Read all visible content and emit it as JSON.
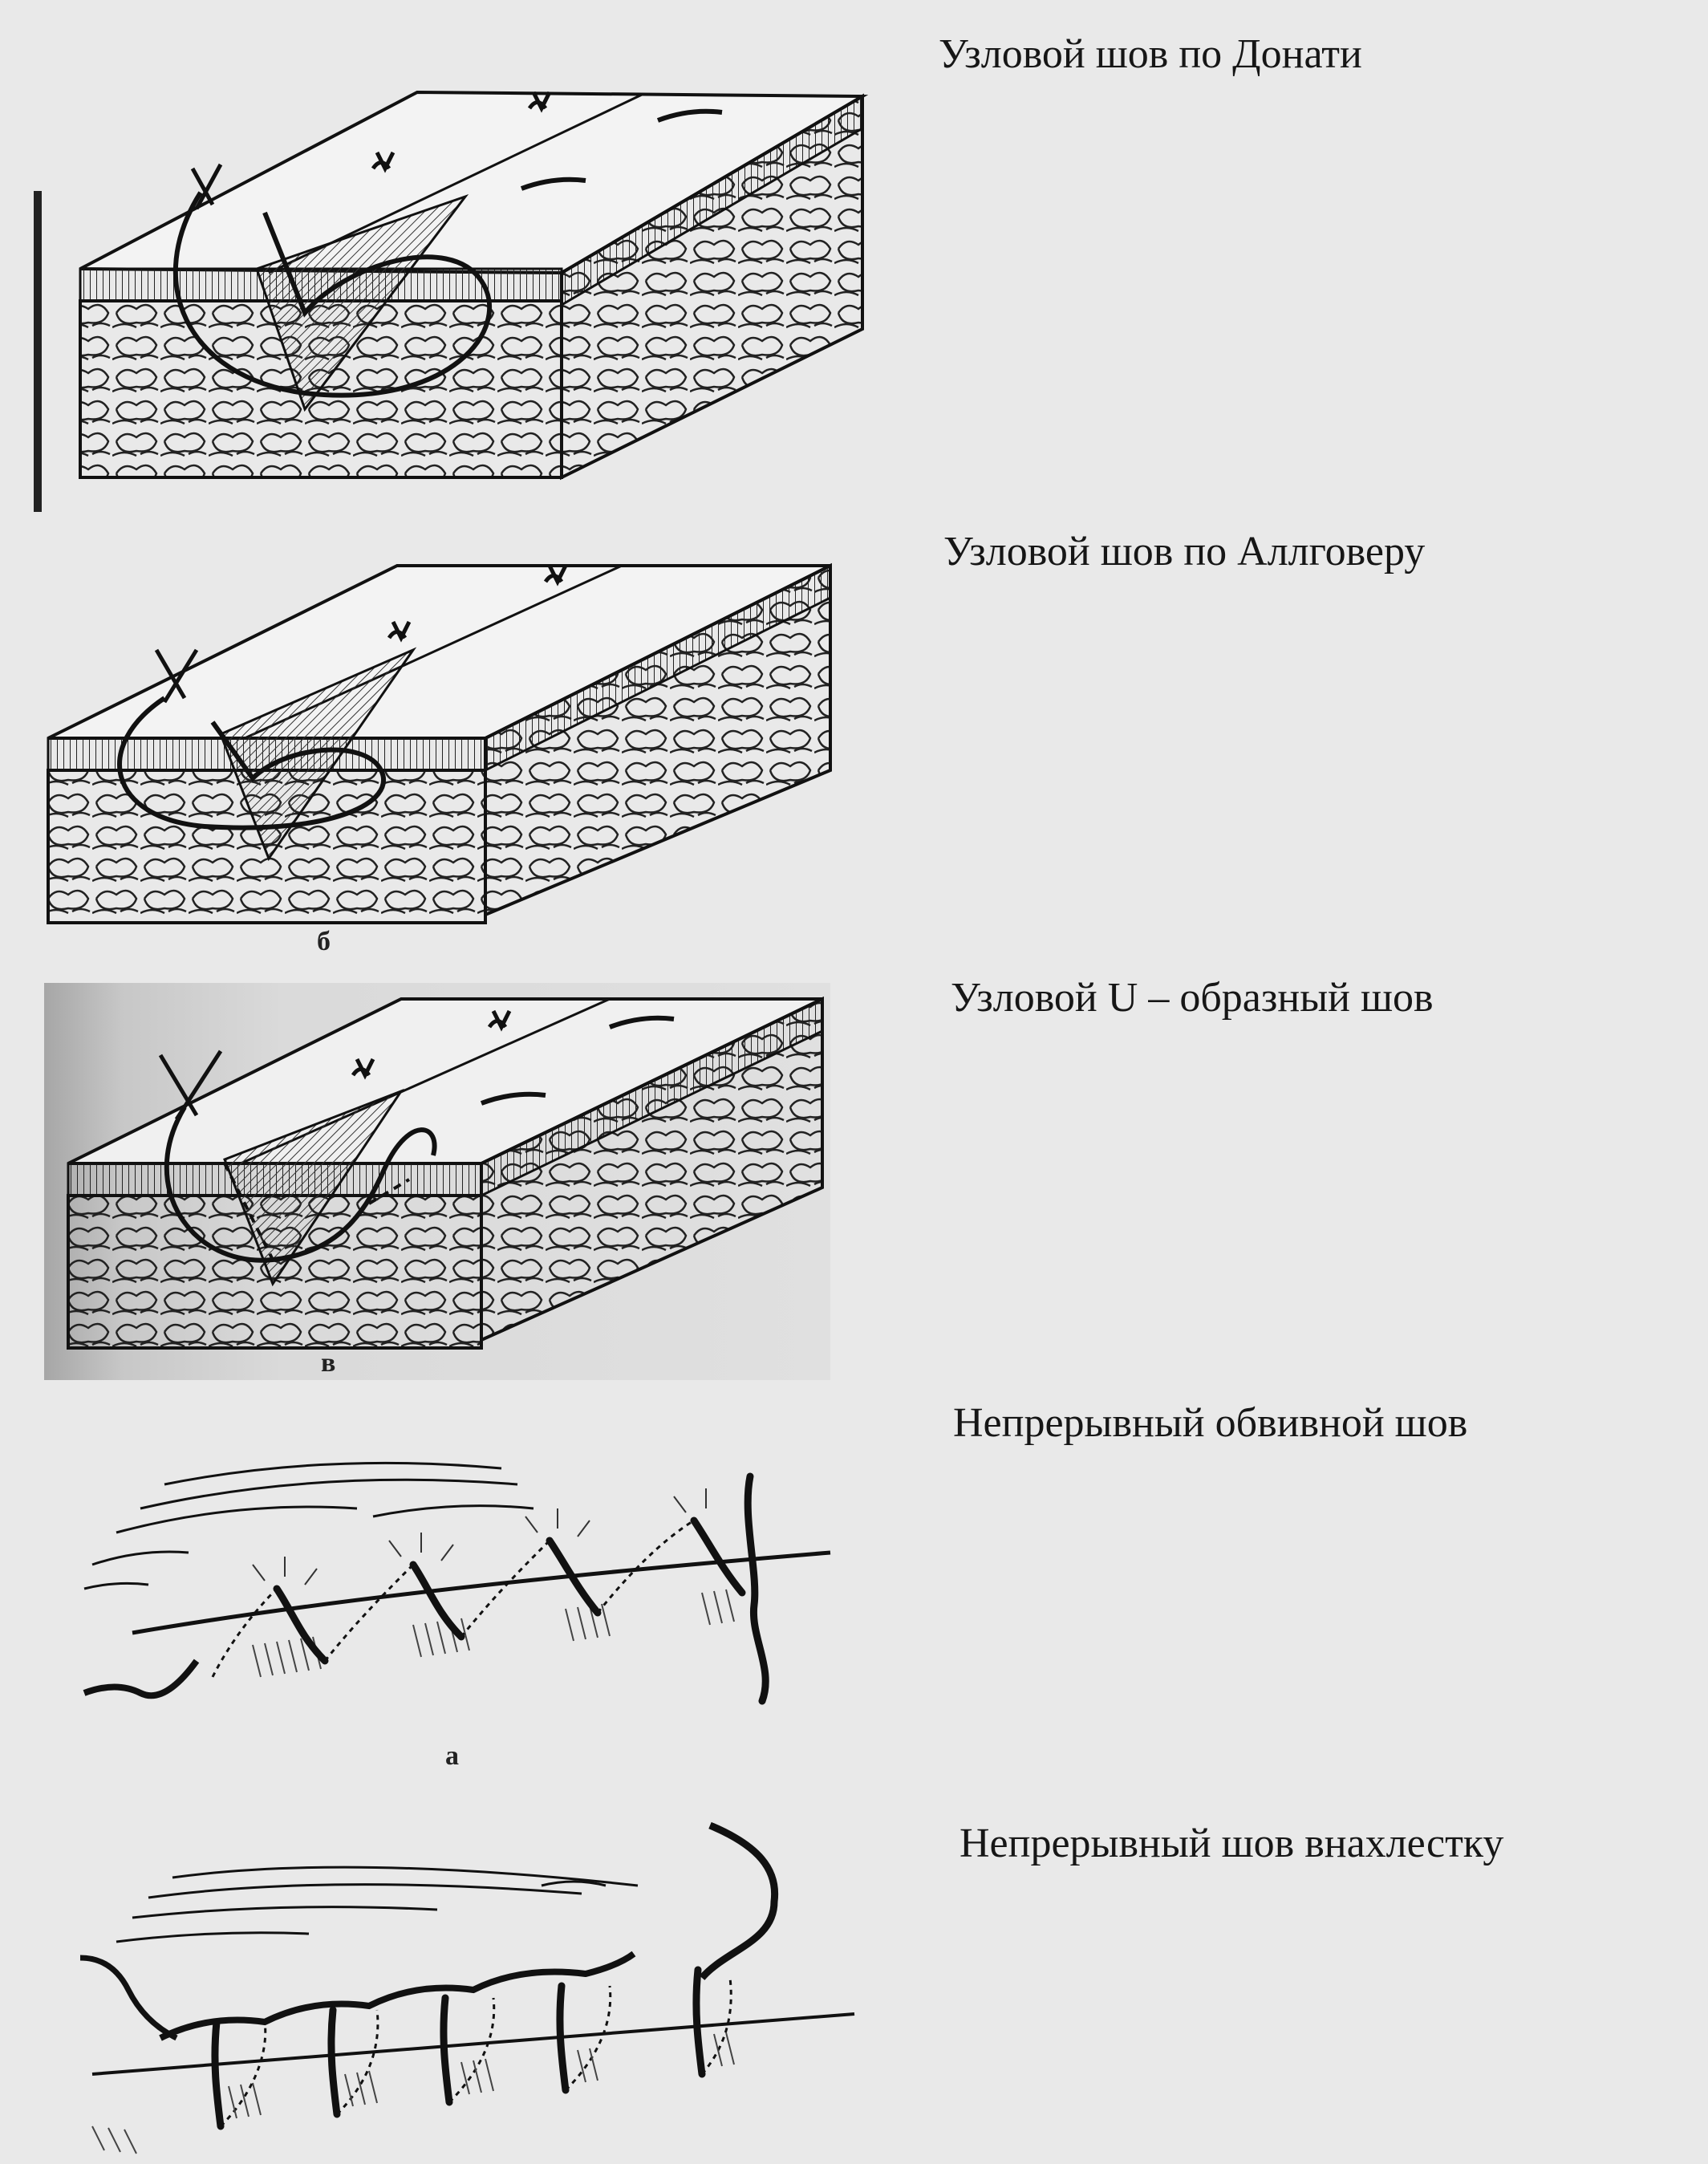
{
  "captions": [
    "Узловой шов по Донати",
    "Узловой шов по Аллговеру",
    "Узловой U – образный шов",
    "Непрерывный обвивной шов",
    "Непрерывный шов внахлестку"
  ],
  "figure_letters": {
    "fig2": "б",
    "fig3": "в",
    "fig4": "а"
  }
}
